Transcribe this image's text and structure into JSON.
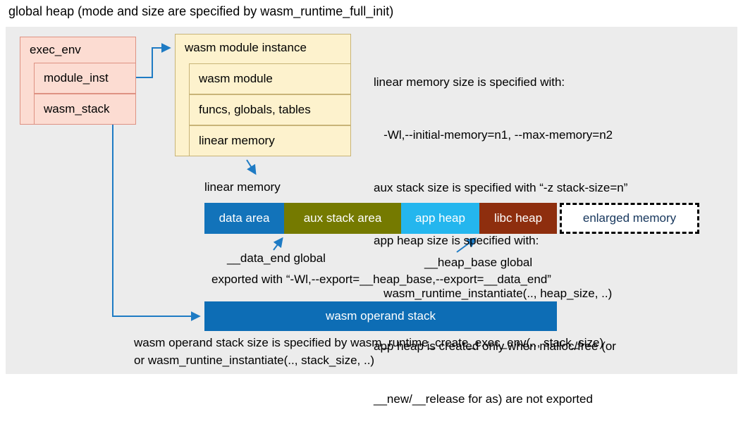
{
  "title": "global heap (mode and size are specified by wasm_runtime_full_init)",
  "exec_env": {
    "header": "exec_env",
    "rows": [
      "module_inst",
      "wasm_stack"
    ]
  },
  "module_instance": {
    "header": "wasm module instance",
    "rows": [
      "wasm module",
      "funcs, globals, tables",
      "linear memory"
    ]
  },
  "notes_right": [
    "linear memory size is specified with:",
    "   -Wl,--initial-memory=n1, --max-memory=n2",
    "aux stack size is specified with “-z stack-size=n”",
    "app heap size is specified with:",
    "   wasm_runtime_instantiate(.., heap_size, ..)",
    "app heap is created only when malloc/free (or",
    "__new/__release for as) are not exported"
  ],
  "linear_memory": {
    "label": "linear memory",
    "segments": [
      {
        "label": "data area",
        "color": "#1273ba",
        "text_color": "#ffffff"
      },
      {
        "label": "aux stack area",
        "color": "#757a00",
        "text_color": "#ffffff"
      },
      {
        "label": "app heap",
        "color": "#24b6ee",
        "text_color": "#ffffff"
      },
      {
        "label": "libc heap",
        "color": "#8e2e0e",
        "text_color": "#ffffff"
      },
      {
        "label": "enlarged memory",
        "color": "#ffffff",
        "text_color": "#16365c",
        "dashed": true
      }
    ]
  },
  "annotations": {
    "data_end": "__data_end global",
    "heap_base": "__heap_base global",
    "exported": "exported with “-Wl,--export=__heap_base,--export=__data_end”"
  },
  "operand_stack": {
    "label": "wasm operand stack"
  },
  "footer": [
    "wasm operand stack size is specified by wasm_runtime_create_exec_env(.., stack_size)",
    "or wasm_runtine_instantiate(.., stack_size, ..)"
  ],
  "colors": {
    "panel": "#ececec",
    "pink_fill": "#fcdcd2",
    "pink_border": "#de9283",
    "cream_fill": "#fdf2cd",
    "cream_border": "#c8b478",
    "arrow_blue": "#1e7bc4",
    "operand_stack": "#0d6db5"
  }
}
